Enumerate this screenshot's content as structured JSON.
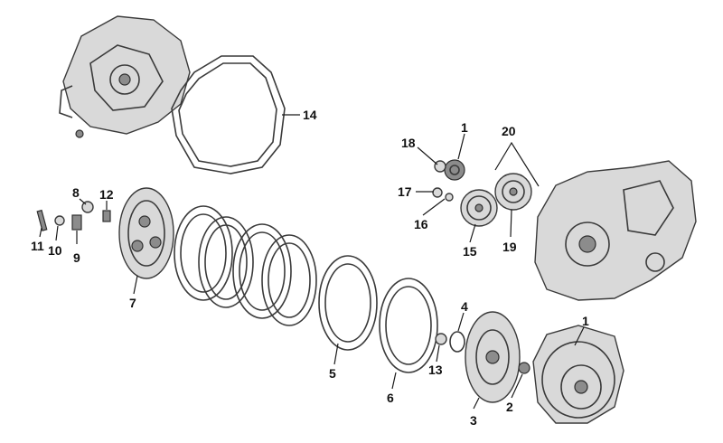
{
  "callouts": [
    {
      "key": "c14",
      "text": "14"
    },
    {
      "key": "c18",
      "text": "18"
    },
    {
      "key": "c1a",
      "text": "1"
    },
    {
      "key": "c20",
      "text": "20"
    },
    {
      "key": "c17",
      "text": "17"
    },
    {
      "key": "c16",
      "text": "16"
    },
    {
      "key": "c15",
      "text": "15"
    },
    {
      "key": "c19",
      "text": "19"
    },
    {
      "key": "c8",
      "text": "8"
    },
    {
      "key": "c12",
      "text": "12"
    },
    {
      "key": "c11",
      "text": "11"
    },
    {
      "key": "c10",
      "text": "10"
    },
    {
      "key": "c9",
      "text": "9"
    },
    {
      "key": "c7",
      "text": "7"
    },
    {
      "key": "c5",
      "text": "5"
    },
    {
      "key": "c6",
      "text": "6"
    },
    {
      "key": "c4",
      "text": "4"
    },
    {
      "key": "c13",
      "text": "13"
    },
    {
      "key": "c3",
      "text": "3"
    },
    {
      "key": "c2",
      "text": "2"
    },
    {
      "key": "c1b",
      "text": "1"
    }
  ]
}
